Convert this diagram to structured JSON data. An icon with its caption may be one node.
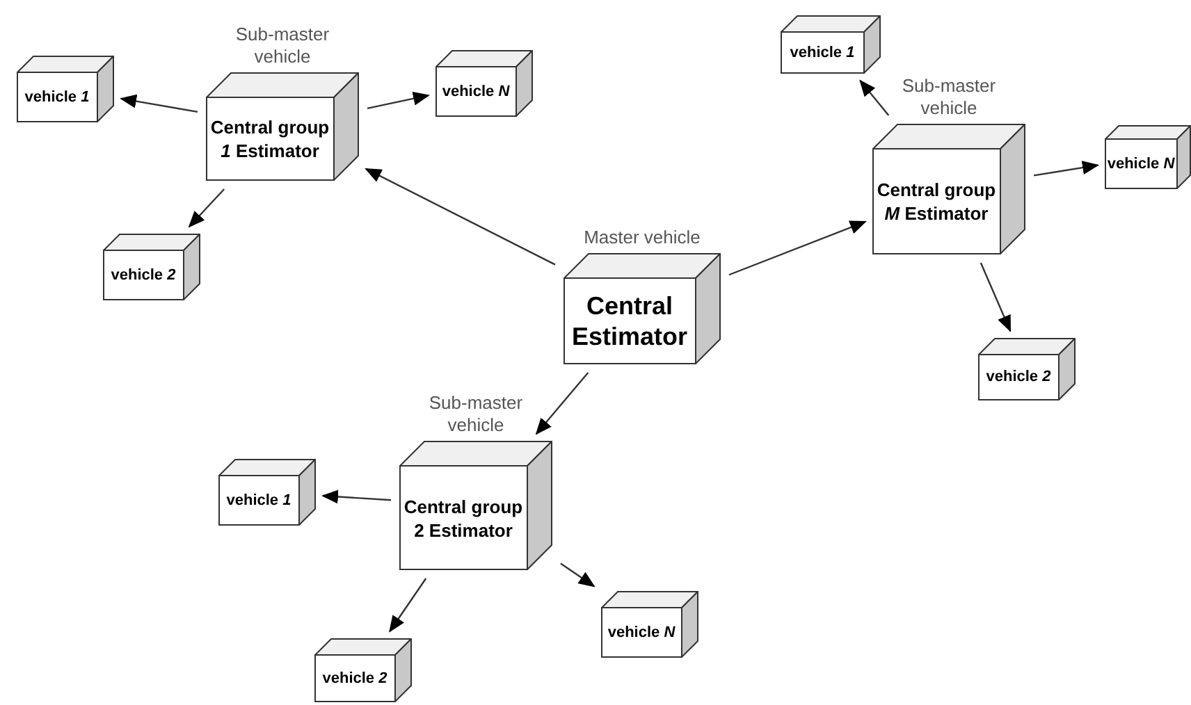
{
  "diagram": {
    "nodes": [
      {
        "text": [
          "Master vehicle",
          "Central Estimator"
        ]
      },
      {
        "text": [
          "Sub-master vehicle",
          "Central group *1* Estimator"
        ]
      },
      {
        "text": [
          "vehicle *1*"
        ]
      },
      {
        "text": [
          "vehicle *N*"
        ]
      },
      {
        "text": [
          "vehicle *2*"
        ]
      },
      {
        "text": [
          "Sub-master vehicle",
          "Central group *M* Estimator"
        ]
      },
      {
        "text": [
          "vehicle *1*"
        ]
      },
      {
        "text": [
          "vehicle *N*"
        ]
      },
      {
        "text": [
          "vehicle *2*"
        ]
      },
      {
        "text": [
          "Sub-master vehicle",
          "Central group 2 Estimator"
        ]
      },
      {
        "text": [
          "vehicle *1*"
        ]
      },
      {
        "text": [
          "vehicle *2*"
        ]
      },
      {
        "text": [
          "vehicle *N*"
        ]
      }
    ],
    "edges": [
      {
        "from": 0,
        "to": 1,
        "arrow": "to"
      },
      {
        "from": 0,
        "to": 5,
        "arrow": "to"
      },
      {
        "from": 0,
        "to": 9,
        "arrow": "to"
      },
      {
        "from": 1,
        "to": 2,
        "arrow": "to"
      },
      {
        "from": 1,
        "to": 3,
        "arrow": "to"
      },
      {
        "from": 1,
        "to": 4,
        "arrow": "to"
      },
      {
        "from": 5,
        "to": 6,
        "arrow": "to"
      },
      {
        "from": 5,
        "to": 7,
        "arrow": "to"
      },
      {
        "from": 5,
        "to": 8,
        "arrow": "to"
      },
      {
        "from": 9,
        "to": 10,
        "arrow": "to"
      },
      {
        "from": 9,
        "to": 11,
        "arrow": "to"
      },
      {
        "from": 9,
        "to": 12,
        "arrow": "to"
      }
    ]
  }
}
